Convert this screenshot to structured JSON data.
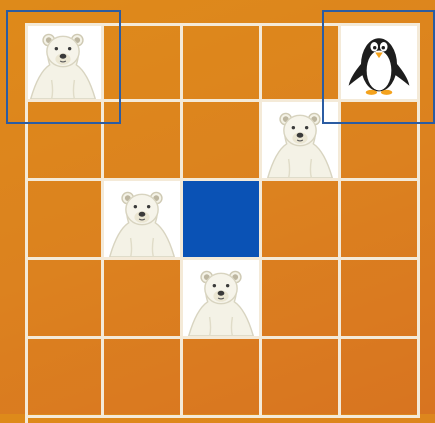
{
  "board": {
    "rows": 5,
    "cols": 5,
    "cells": [
      [
        "polar-bear",
        "empty",
        "empty",
        "empty",
        "penguin"
      ],
      [
        "empty",
        "empty",
        "empty",
        "polar-bear",
        "empty"
      ],
      [
        "empty",
        "polar-bear",
        "blue",
        "empty",
        "empty"
      ],
      [
        "empty",
        "empty",
        "polar-bear",
        "empty",
        "empty"
      ],
      [
        "empty",
        "empty",
        "empty",
        "empty",
        "empty"
      ]
    ],
    "highlighted": [
      [
        0,
        0
      ],
      [
        0,
        4
      ]
    ]
  },
  "colors": {
    "background": "#dc8420",
    "grid_line": "#f4ead8",
    "blue_tile": "#0a52b5",
    "highlight_border": "#2b5ca2"
  },
  "icons": {
    "polar-bear": "polar-bear-icon",
    "penguin": "penguin-icon"
  }
}
